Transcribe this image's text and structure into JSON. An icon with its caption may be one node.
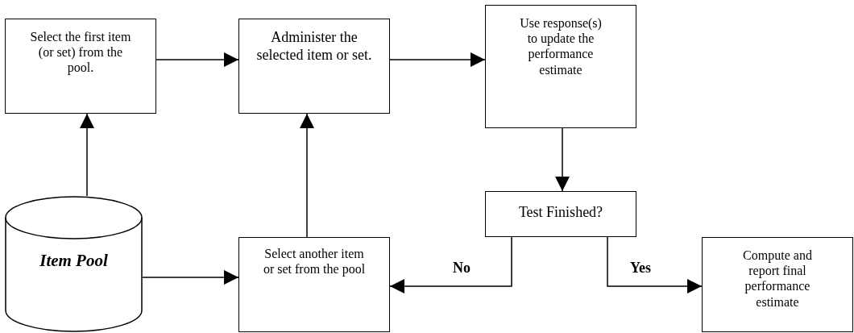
{
  "diagram": {
    "nodes": [
      {
        "text": [
          "Select the first item (or set) from the pool."
        ]
      },
      {
        "text": [
          "Administer the selected item or set."
        ]
      },
      {
        "text": [
          "Use response(s) to update the performance estimate"
        ]
      },
      {
        "text": [
          "Test Finished?"
        ]
      },
      {
        "text": [
          "Item Pool"
        ]
      },
      {
        "text": [
          "Select another item or set from the pool"
        ]
      },
      {
        "text": [
          "Compute and report final performance estimate"
        ]
      }
    ],
    "edges": [
      {
        "from": 0,
        "to": 1,
        "arrow": "to"
      },
      {
        "from": 1,
        "to": 2,
        "arrow": "to"
      },
      {
        "from": 2,
        "to": 3,
        "arrow": "to"
      },
      {
        "from": 4,
        "to": 0,
        "arrow": "to"
      },
      {
        "from": 5,
        "to": 1,
        "arrow": "to"
      },
      {
        "from": 4,
        "to": 5,
        "arrow": "to"
      },
      {
        "from": 3,
        "to": 5,
        "arrow": "to",
        "label": "No"
      },
      {
        "from": 3,
        "to": 6,
        "arrow": "to",
        "label": "Yes"
      }
    ]
  }
}
